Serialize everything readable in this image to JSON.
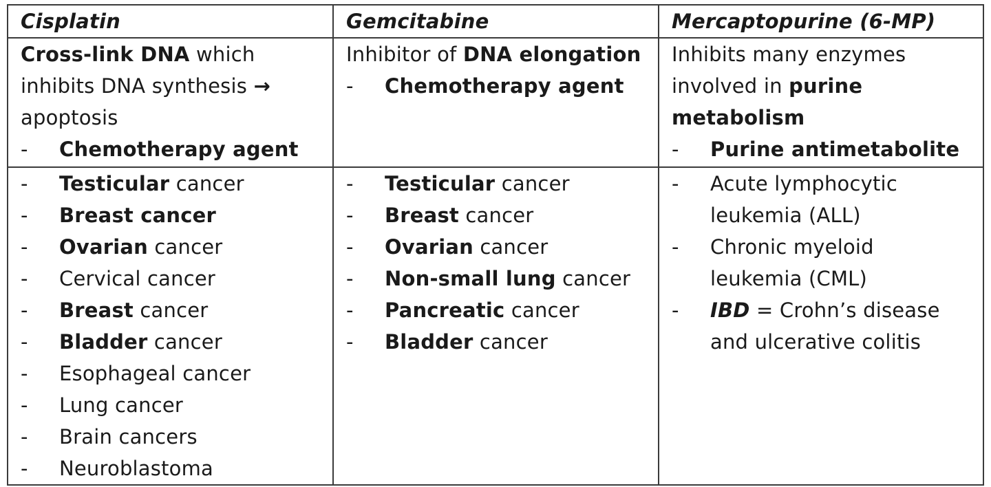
{
  "columns": [
    {
      "drug": "Cisplatin",
      "mechanism": {
        "b1": "Cross-link DNA",
        "t1": " which",
        "t2": "inhibits DNA synthesis ",
        "arrow": "→",
        "t3": "apoptosis"
      },
      "category": "Chemotherapy agent",
      "uses": [
        {
          "bold": "Testicular",
          "rest": " cancer"
        },
        {
          "bold": "Breast cancer",
          "rest": ""
        },
        {
          "bold": "Ovarian",
          "rest": " cancer"
        },
        {
          "bold": "",
          "rest": "Cervical cancer"
        },
        {
          "bold": "Breast",
          "rest": " cancer"
        },
        {
          "bold": "Bladder",
          "rest": " cancer"
        },
        {
          "bold": "",
          "rest": "Esophageal cancer"
        },
        {
          "bold": "",
          "rest": "Lung cancer"
        },
        {
          "bold": "",
          "rest": "Brain cancers"
        },
        {
          "bold": "",
          "rest": "Neuroblastoma"
        }
      ]
    },
    {
      "drug": "Gemcitabine",
      "mechanism": {
        "t1": "Inhibitor of ",
        "b1": "DNA elongation"
      },
      "category": "Chemotherapy agent",
      "uses": [
        {
          "bold": "Testicular",
          "rest": " cancer"
        },
        {
          "bold": "Breast",
          "rest": " cancer"
        },
        {
          "bold": "Ovarian",
          "rest": " cancer"
        },
        {
          "bold": "Non-small lung",
          "rest": " cancer"
        },
        {
          "bold": "Pancreatic",
          "rest": " cancer"
        },
        {
          "bold": "Bladder",
          "rest": " cancer"
        }
      ]
    },
    {
      "drug": "Mercaptopurine (6-MP)",
      "mechanism": {
        "t1": "Inhibits many enzymes",
        "t2": "involved in ",
        "b1": "purine",
        "b2": "metabolism"
      },
      "category": "Purine antimetabolite",
      "uses": [
        {
          "line1": "Acute lymphocytic",
          "line2": "leukemia (ALL)"
        },
        {
          "line1": "Chronic myeloid",
          "line2": "leukemia (CML)"
        },
        {
          "ibd": "IBD",
          "line1": " = Crohn’s disease",
          "line2": "and ulcerative colitis"
        }
      ]
    }
  ],
  "bullet": "-"
}
